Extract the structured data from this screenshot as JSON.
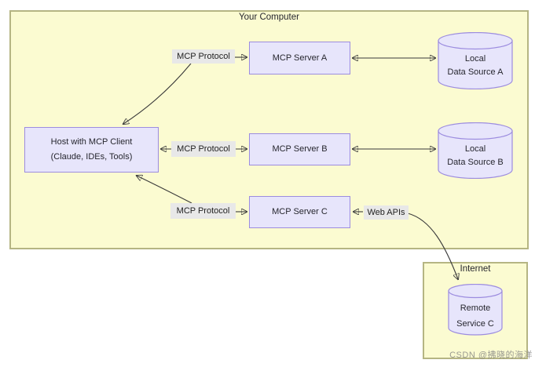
{
  "groups": {
    "computer": {
      "title": "Your Computer"
    },
    "internet": {
      "title": "Internet"
    }
  },
  "nodes": {
    "host": {
      "line1": "Host with MCP Client",
      "line2": "(Claude, IDEs, Tools)"
    },
    "server_a": {
      "label": "MCP Server A"
    },
    "server_b": {
      "label": "MCP Server B"
    },
    "server_c": {
      "label": "MCP Server C"
    },
    "data_source_a": {
      "line1": "Local",
      "line2": "Data Source A"
    },
    "data_source_b": {
      "line1": "Local",
      "line2": "Data Source B"
    },
    "remote_service_c": {
      "line1": "Remote",
      "line2": "Service C"
    }
  },
  "edge_labels": {
    "protocol_a": "MCP Protocol",
    "protocol_b": "MCP Protocol",
    "protocol_c": "MCP Protocol",
    "web_apis": "Web APIs"
  },
  "edges": [
    {
      "from": "protocol_a_label",
      "to": "server_a",
      "type": "arrow-right"
    },
    {
      "from": "protocol_a_label",
      "to": "host",
      "type": "curved-arrow"
    },
    {
      "from": "server_a",
      "to": "data_source_a",
      "type": "double-arrow"
    },
    {
      "from": "host",
      "to": "server_b",
      "type": "double-arrow",
      "via": "protocol_b_label"
    },
    {
      "from": "server_b",
      "to": "data_source_b",
      "type": "double-arrow"
    },
    {
      "from": "protocol_c_label",
      "to": "host",
      "type": "curved-arrow"
    },
    {
      "from": "protocol_c_label",
      "to": "server_c",
      "type": "arrow-right"
    },
    {
      "from": "web_apis_label",
      "to": "server_c",
      "type": "arrow-left"
    },
    {
      "from": "web_apis_label",
      "to": "remote_service_c",
      "type": "curved-arrow"
    }
  ],
  "watermark": "CSDN @拂晓的海洋",
  "colors": {
    "group_fill": "#fbfbd1",
    "group_border": "#b5b583",
    "node_fill": "#e7e5fb",
    "node_border": "#9c8cdf",
    "edge_label_bg": "#e8e8e8",
    "arrow": "#3a3a3a",
    "text": "#26262e",
    "watermark": "#7d7d7d",
    "page_bg": "#ffffff"
  }
}
